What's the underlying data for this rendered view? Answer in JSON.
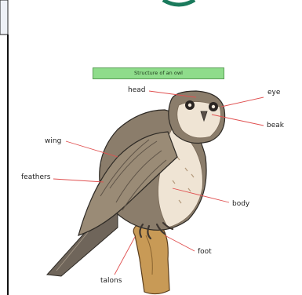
{
  "title": "Structure of an owl",
  "labels": {
    "head": "head",
    "eye": "eye",
    "beak": "beak",
    "wing": "wing",
    "feathers": "feathers",
    "body": "body",
    "foot": "foot",
    "talons": "talons"
  },
  "colors": {
    "title_fill": "#8fdc8b",
    "leader_line": "#e05050",
    "body_brown": "#8b7d6b",
    "breast_cream": "#efe4d4",
    "perch": "#c89a56"
  }
}
